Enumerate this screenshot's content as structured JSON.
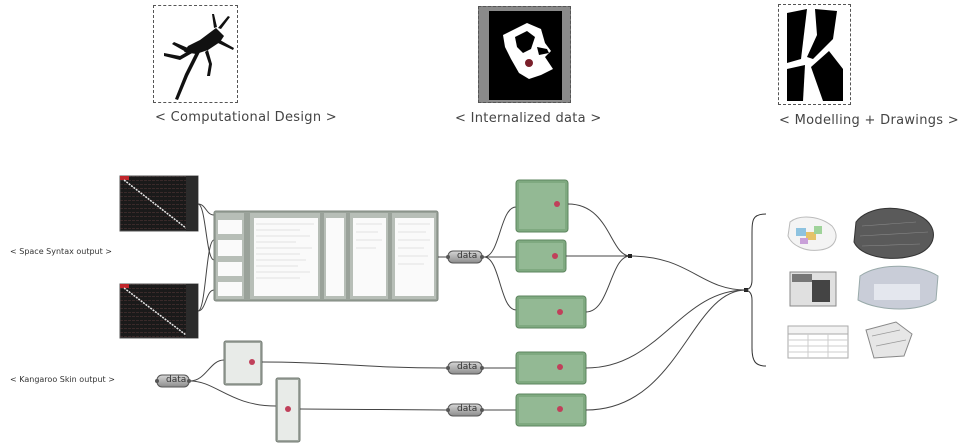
{
  "captions": {
    "computational_design": "< Computational Design >",
    "internalized_data": "< Internalized data >",
    "modelling_drawings": "< Modelling + Drawings >"
  },
  "inputs": {
    "space_syntax": "< Space Syntax output >",
    "kangaroo_skin": "< Kangaroo Skin output >"
  },
  "data_node_label": "data",
  "icons": [
    "grasshopper-icon",
    "rhino-icon",
    "k-logo-icon"
  ]
}
